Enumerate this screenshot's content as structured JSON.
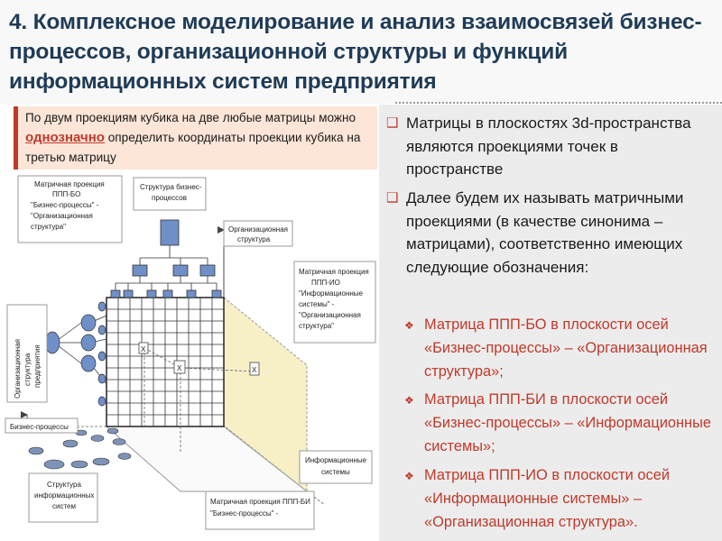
{
  "slide": {
    "title": "4. Комплексное моделирование и анализ взаимосвязей бизнес-процессов, организационной структуры и функций информационных систем предприятия",
    "note": {
      "before": "По двум проекциям кубика на две любые матрицы можно ",
      "highlight": "однозначно",
      "after": " определить координаты проекции кубика на третью матрицу"
    },
    "bullets": [
      {
        "marker": "❑",
        "text": "Матрицы в плоскостях 3d-пространства являются проекциями точек в пространстве"
      },
      {
        "marker": "❑",
        "text": "Далее будем их называть матричными проекциями (в качестве синонима – матрицами), соответственно имеющих следующие обозначения:"
      }
    ],
    "sub_bullets": [
      {
        "marker": "❖",
        "text": "Матрица ППП-БО в плоскости осей «Бизнес-процессы» – «Организационная структура»;"
      },
      {
        "marker": "❖",
        "text": "Матрица ППП-БИ в плоскости осей «Бизнес-процессы» – «Информационные системы»;"
      },
      {
        "marker": "❖",
        "text": "Матрица ППП-ИО в плоскости осей «Информационные системы» – «Организационная структура»."
      }
    ]
  },
  "diagram": {
    "callouts": {
      "bo": [
        "Матричная проекция",
        "ППП-БО",
        "\"Бизнес-процессы\" -",
        "\"Организационная",
        "структура\""
      ],
      "bp_structure": [
        "Структура бизнес-",
        "процессов"
      ],
      "org_axis": [
        "Организационная",
        "структура"
      ],
      "io": [
        "Матричная проекция",
        "ППП-ИО",
        "\"Информационные",
        "системы\" -",
        "\"Организационная",
        "структура\""
      ],
      "org_vertical": [
        "Организационная",
        "структура",
        "предприятия"
      ],
      "bp_axis": "Бизнес-процессы",
      "is_axis": [
        "Информационные",
        "системы"
      ],
      "is_structure": [
        "Структура",
        "информационных",
        "систем"
      ],
      "bi": [
        "Матричная проекция ППП-БИ",
        "\"Бизнес-процессы\" -"
      ]
    },
    "marks": [
      "X",
      "X",
      "X"
    ],
    "colors": {
      "accent": "#c0392b",
      "title": "#1f3b57",
      "node": "#6f8fc8",
      "plane": "#f7efc6"
    }
  }
}
